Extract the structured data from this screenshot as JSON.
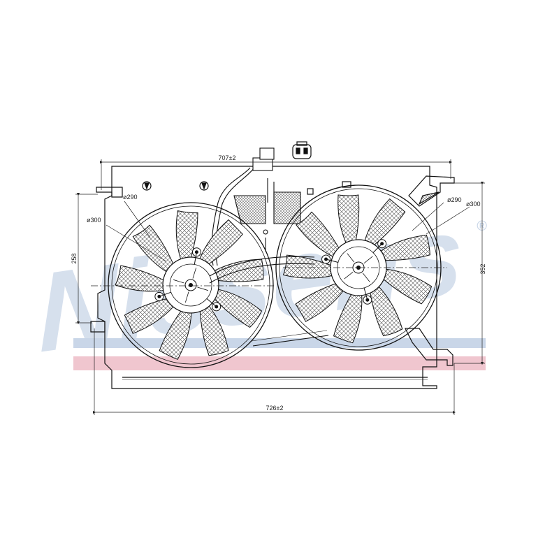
{
  "watermark": {
    "brand_text": "Nissens",
    "registered_mark": "®",
    "stripe_colors": {
      "blue": "#c9d6e8",
      "red": "#f0c6cf"
    }
  },
  "dimensions": {
    "top_width": "707±2",
    "bottom_width": "726±2",
    "left_height": "258",
    "right_height": "352",
    "left_fan_outer_dia": "ø300",
    "left_fan_blade_dia": "ø290",
    "right_fan_outer_dia": "ø300",
    "right_fan_blade_dia": "ø290"
  },
  "parts": {
    "connector_icon": "electrical-connector-icon",
    "left_fan_blades": 9,
    "right_fan_blades": 9
  }
}
